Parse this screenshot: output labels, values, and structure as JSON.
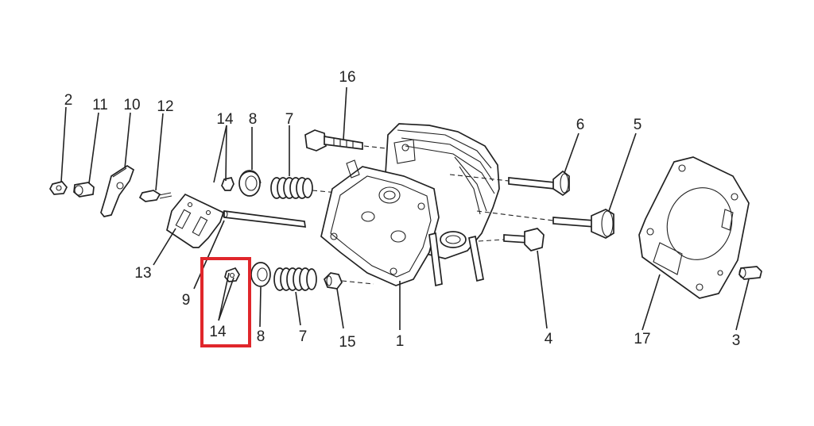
{
  "diagram": {
    "labels": {
      "p1": "1",
      "p2": "2",
      "p3": "3",
      "p4": "4",
      "p5": "5",
      "p6": "6",
      "p7_top": "7",
      "p7_bot": "7",
      "p8_top": "8",
      "p8_bot": "8",
      "p9": "9",
      "p10": "10",
      "p11": "11",
      "p12": "12",
      "p13": "13",
      "p14_top": "14",
      "p14_bot": "14",
      "p15": "15",
      "p16": "16",
      "p17": "17"
    },
    "highlight_color": "#e0262b",
    "highlighted_part": "14"
  }
}
